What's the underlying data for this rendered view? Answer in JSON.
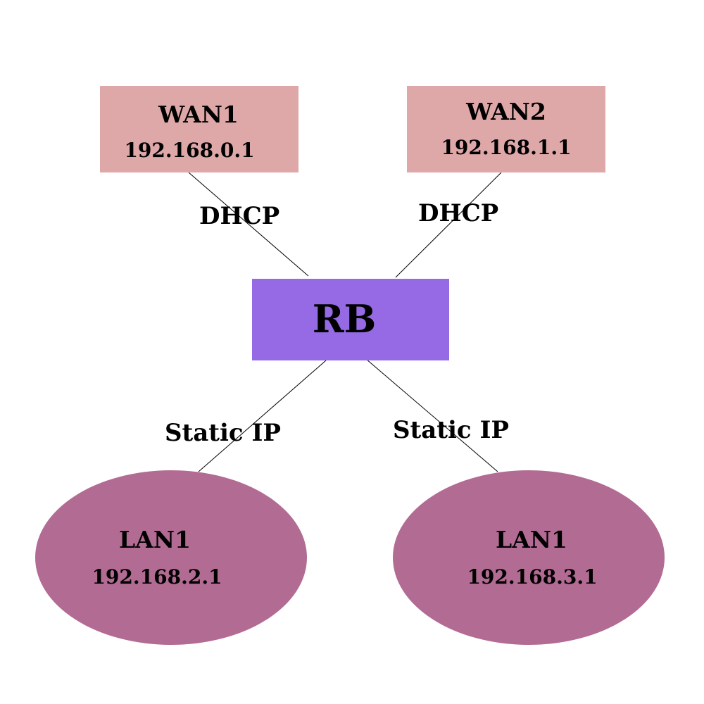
{
  "colors": {
    "wan_fill": "#dfa8a8",
    "router_fill": "#956ae4",
    "lan_fill": "#b26b92",
    "link_stroke": "#000000"
  },
  "nodes": {
    "wan1": {
      "name": "WAN1",
      "ip": "192.168.0.1"
    },
    "wan2": {
      "name": "WAN2",
      "ip": "192.168.1.1"
    },
    "router": {
      "name": "RB"
    },
    "lan_left": {
      "name": "LAN1",
      "ip": "192.168.2.1"
    },
    "lan_right": {
      "name": "LAN1",
      "ip": "192.168.3.1"
    }
  },
  "links": [
    {
      "from": "wan1",
      "to": "router",
      "label": "DHCP"
    },
    {
      "from": "wan2",
      "to": "router",
      "label": "DHCP"
    },
    {
      "from": "router",
      "to": "lan_left",
      "label": "Static IP"
    },
    {
      "from": "router",
      "to": "lan_right",
      "label": "Static IP"
    }
  ]
}
